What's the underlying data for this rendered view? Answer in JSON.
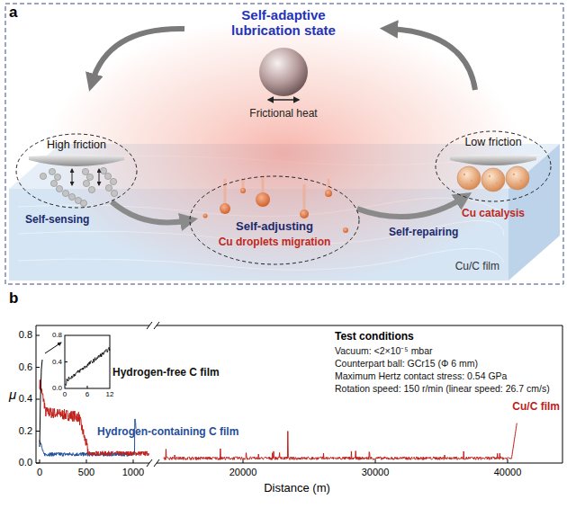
{
  "diagram": {
    "nodes": [
      {
        "text": [
          "High friction"
        ]
      },
      {
        "text": [
          "Self-adjusting",
          "Cu droplets migration"
        ]
      },
      {
        "text": [
          "Low friction",
          "Cu catalysis"
        ]
      }
    ],
    "edges": [
      {
        "from": 0,
        "to": 1,
        "label": "Self-sensing",
        "arrow": "to"
      },
      {
        "from": 1,
        "to": 2,
        "label": "Self-repairing",
        "arrow": "to"
      }
    ],
    "labels": [
      "a",
      "Self-adaptive lubrication state",
      "Frictional heat",
      "Cu/C film",
      "b",
      "μ",
      "0.8",
      "0.6",
      "0.4",
      "0.2",
      "0.0",
      "0.8",
      "0.4",
      "0.0",
      "0",
      "6",
      "12",
      "0",
      "500",
      "1000",
      "20000",
      "30000",
      "40000",
      "Distance (m)",
      "Hydrogen-free C film",
      "Hydrogen-containing C film",
      "Cu/C film",
      "Test conditions",
      "Vacuum: <2×10⁻⁵ mbar",
      "Counterpart ball: GCr15 (Φ 6 mm)",
      "Maximum Hertz contact stress: 0.54 GPa",
      "Rotation speed: 150 r/min (linear speed: 26.7 cm/s)"
    ]
  }
}
